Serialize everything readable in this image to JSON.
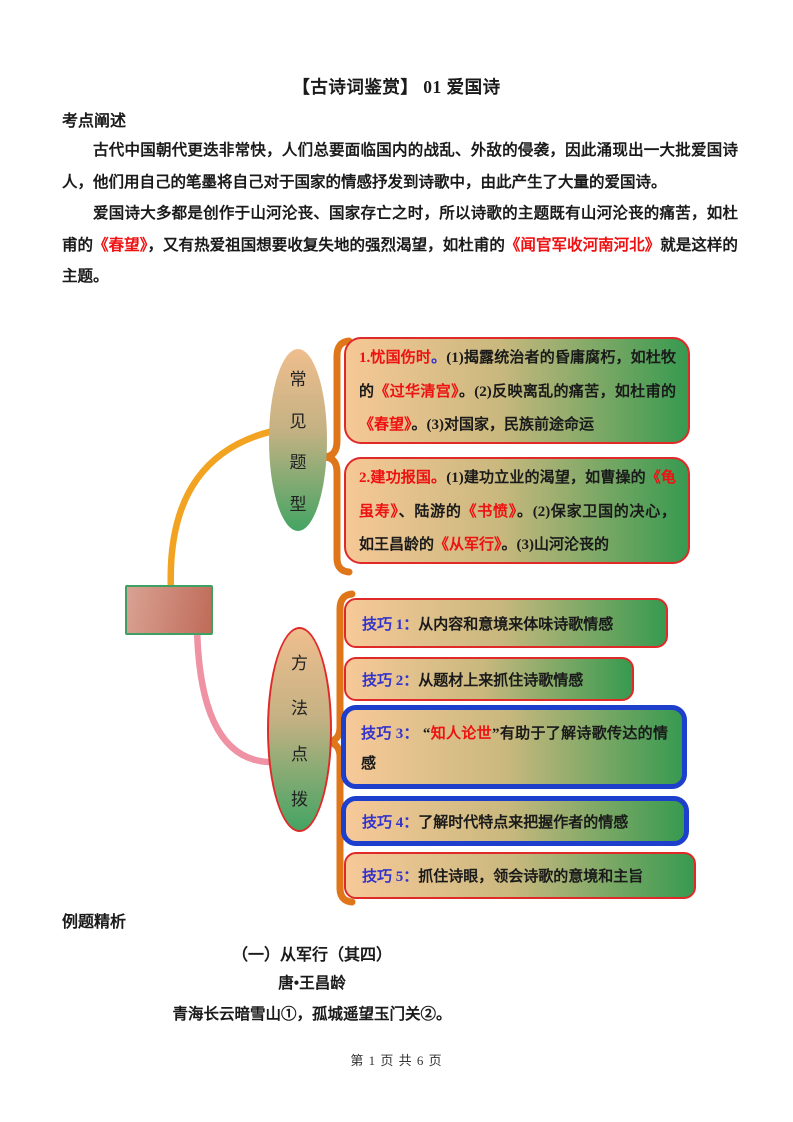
{
  "page": {
    "title": "【古诗词鉴赏】 01 爱国诗",
    "footer": "第 1 页 共 6 页"
  },
  "kaodian": {
    "heading": "考点阐述",
    "p1": "古代中国朝代更迭非常快，人们总要面临国内的战乱、外敌的侵袭，因此涌现出一大批爱国诗人，他们用自己的笔墨将自己对于国家的情感抒发到诗歌中，由此产生了大量的爱国诗。",
    "p2_segments": [
      {
        "t": "爱国诗大多都是创作于山河沦丧、国家存亡之时，所以诗歌的主题既有山河沦丧的痛苦，如杜甫的"
      },
      {
        "t": "《春望》",
        "cls": "red"
      },
      {
        "t": "，又有热爱祖国想要收复失地的强烈渴望，如杜甫的"
      },
      {
        "t": "《闻官军收河南河北》",
        "cls": "red"
      },
      {
        "t": "就是这样的主题。"
      }
    ]
  },
  "diagram": {
    "oval1": {
      "label": "常见题型",
      "chars": [
        "常",
        "见",
        "题",
        "型"
      ]
    },
    "oval2": {
      "label": "方法点拨",
      "chars": [
        "方",
        "法",
        "点",
        "拨"
      ]
    },
    "box1_segments": [
      {
        "t": "1.忧国伤时",
        "cls": "red"
      },
      {
        "t": "。",
        "cls": "blue"
      },
      {
        "t": "(1)揭露统治者的昏庸腐朽，如杜牧的"
      },
      {
        "t": "《过华清宫》",
        "cls": "red"
      },
      {
        "t": "。(2)反映离乱的痛苦，如杜甫的"
      },
      {
        "t": "《春望》",
        "cls": "red"
      },
      {
        "t": "。(3)对国家，民族前途命运"
      }
    ],
    "box2_segments": [
      {
        "t": "2.建功报国。",
        "cls": "red"
      },
      {
        "t": "(1)建功立业的渴望，如曹操的"
      },
      {
        "t": "《龟虽寿》",
        "cls": "red"
      },
      {
        "t": "、陆游的"
      },
      {
        "t": "《书愤》",
        "cls": "red"
      },
      {
        "t": "。(2)保家卫国的决心，如王昌龄的"
      },
      {
        "t": "《从军行》",
        "cls": "red"
      },
      {
        "t": "。(3)山河沦丧的"
      }
    ],
    "tips": [
      {
        "border": "red",
        "segments": [
          {
            "t": "技巧 1：",
            "cls": "blue"
          },
          {
            "t": "从内容和意境来体味诗歌情感"
          }
        ]
      },
      {
        "border": "red",
        "segments": [
          {
            "t": "技巧 2：",
            "cls": "blue"
          },
          {
            "t": "从题材上来抓住诗歌情感"
          }
        ]
      },
      {
        "border": "blue",
        "segments": [
          {
            "t": "技巧 3：",
            "cls": "blue"
          },
          {
            "t": " “"
          },
          {
            "t": "知人论世",
            "cls": "red"
          },
          {
            "t": "”有助于了解诗歌传达的情感"
          }
        ]
      },
      {
        "border": "blue",
        "segments": [
          {
            "t": "技巧 4：",
            "cls": "blue"
          },
          {
            "t": "了解时代特点来把握作者的情感"
          }
        ]
      },
      {
        "border": "red",
        "segments": [
          {
            "t": "技巧 5：",
            "cls": "blue"
          },
          {
            "t": "抓住诗眼，领会诗歌的意境和主旨"
          }
        ]
      }
    ],
    "colors": {
      "red_text": "#ee1111",
      "blue_label": "#3333cc",
      "box_border_red": "#e02a2a",
      "box_border_blue": "#1d3fcc",
      "brace_orange": "#e0761a",
      "curve_yellow": "#f2a322",
      "curve_pink": "#ee92a4",
      "rect_border_green": "#3fa066",
      "gradient_orange": "#f6c896",
      "gradient_green": "#379a50"
    }
  },
  "liti": {
    "heading": "例题精析",
    "poem_title": "（一）从军行（其四）",
    "poem_author": "唐•王昌龄",
    "poem_line1": "青海长云暗雪山①，孤城遥望玉门关②。"
  }
}
